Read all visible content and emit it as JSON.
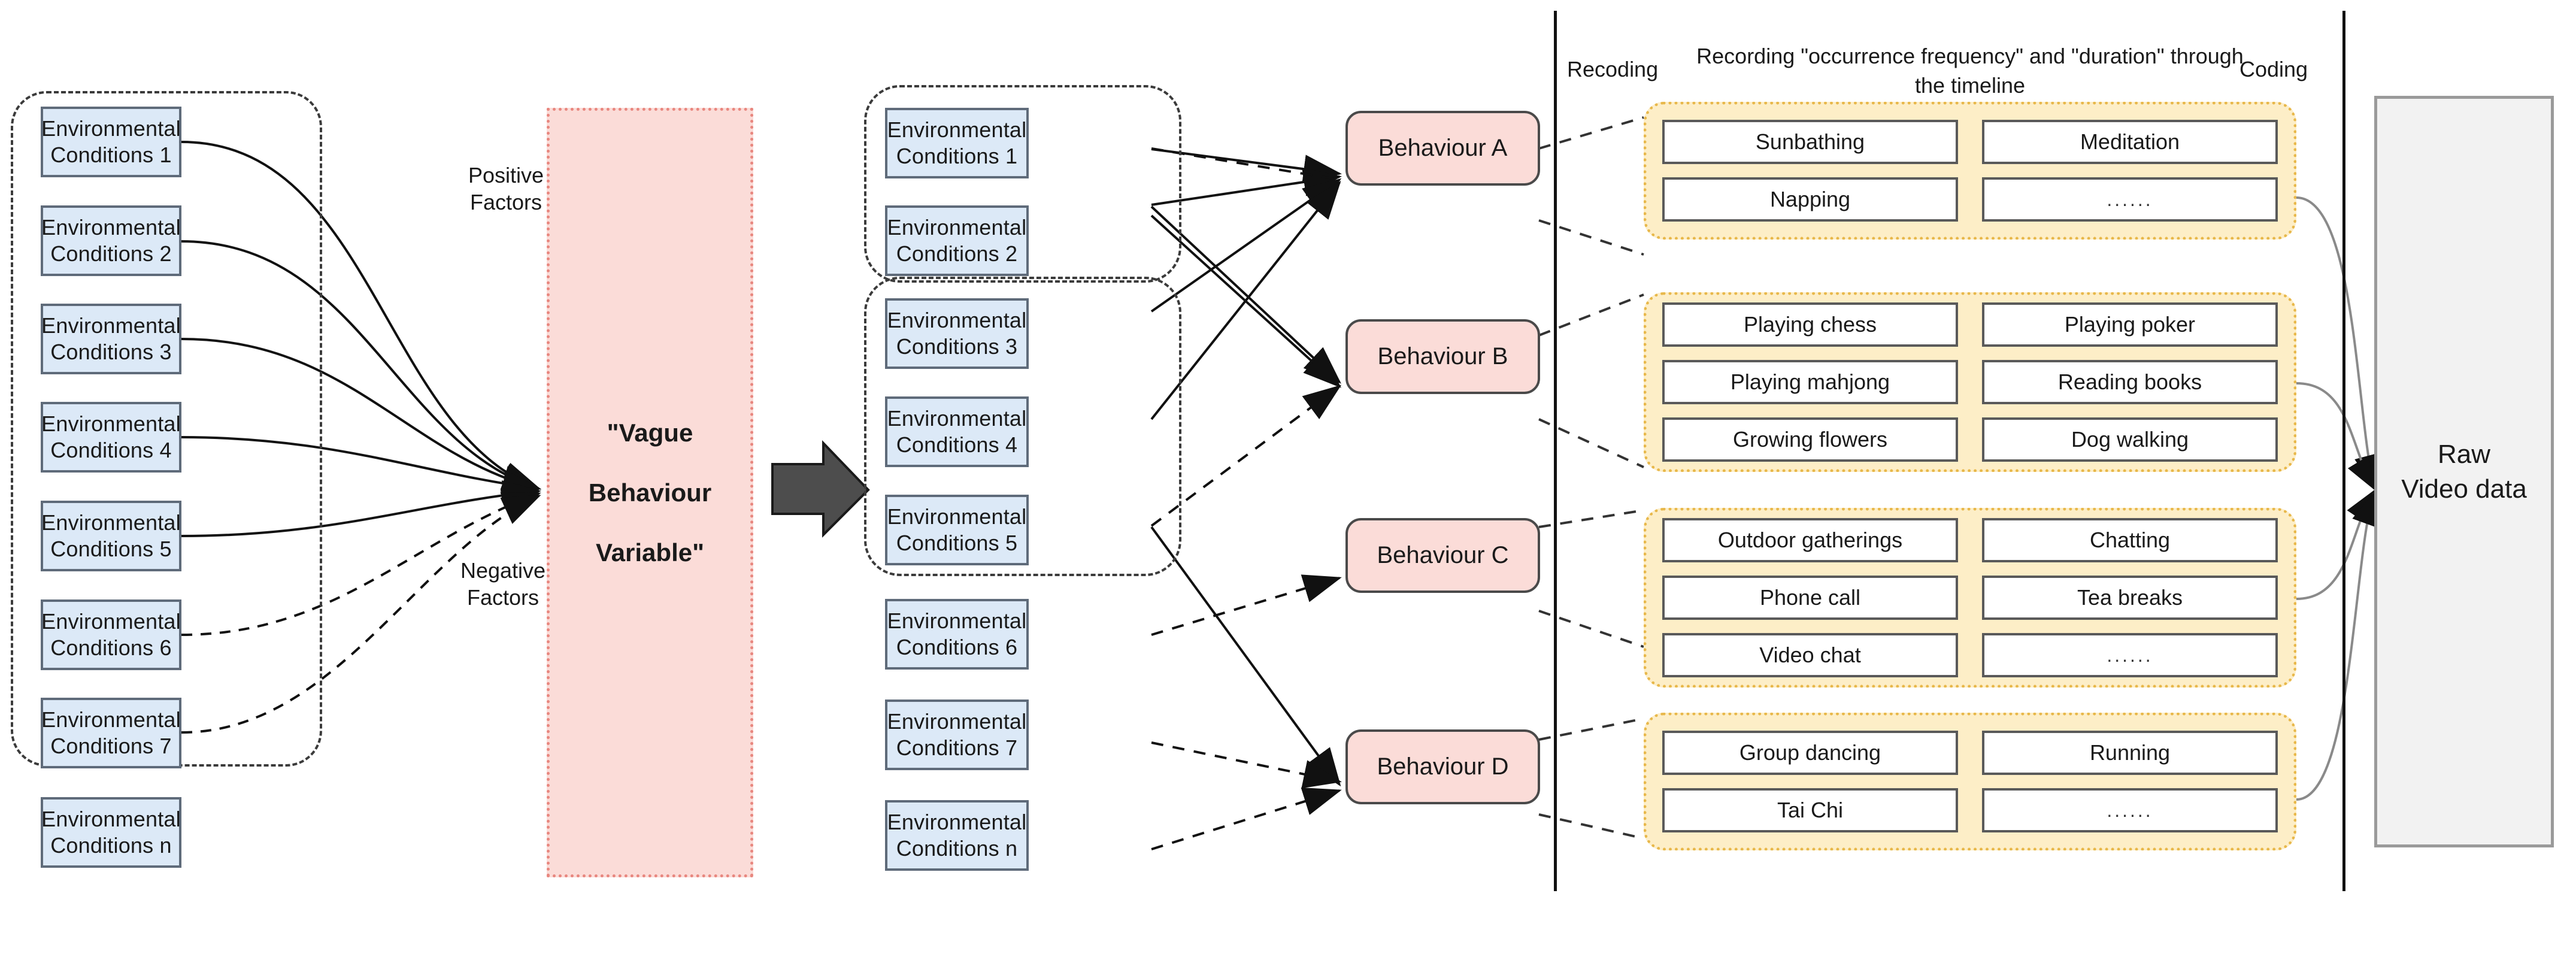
{
  "diagram": {
    "title_recoding": "Recoding",
    "title_coding": "Coding",
    "title_recording": "Recording \"occurrence frequency\" and \"duration\" through the timeline",
    "positive_label": "Positive\nFactors",
    "positive_label_l1": "Positive",
    "positive_label_l2": "Factors",
    "negative_label_l1": "Negative",
    "negative_label_l2": "Factors"
  },
  "colors": {
    "condition_fill": "#dce9f7",
    "condition_border": "#5f6b7a",
    "vague_fill": "#fbdcd8",
    "vague_border": "#e8877f",
    "behaviour_fill": "#fbdcd8",
    "behaviour_border": "#4a4a4a",
    "group_fill": "#fdeec7",
    "group_border": "#e8b84b",
    "item_fill": "#ffffff",
    "item_border": "#5a5a5a",
    "raw_fill": "#f2f2f2",
    "raw_border": "#9a9a9a",
    "divider": "#111111",
    "arrow_block": "#4d4d4d"
  },
  "left_conditions": [
    {
      "line1": "Environmental",
      "line2": "Conditions 1"
    },
    {
      "line1": "Environmental",
      "line2": "Conditions 2"
    },
    {
      "line1": "Environmental",
      "line2": "Conditions 3"
    },
    {
      "line1": "Environmental",
      "line2": "Conditions 4"
    },
    {
      "line1": "Environmental",
      "line2": "Conditions 5"
    },
    {
      "line1": "Environmental",
      "line2": "Conditions 6"
    },
    {
      "line1": "Environmental",
      "line2": "Conditions 7"
    },
    {
      "line1": "Environmental",
      "line2": "Conditions n"
    }
  ],
  "right_conditions": [
    {
      "line1": "Environmental",
      "line2": "Conditions 1"
    },
    {
      "line1": "Environmental",
      "line2": "Conditions 2"
    },
    {
      "line1": "Environmental",
      "line2": "Conditions 3"
    },
    {
      "line1": "Environmental",
      "line2": "Conditions 4"
    },
    {
      "line1": "Environmental",
      "line2": "Conditions 5"
    },
    {
      "line1": "Environmental",
      "line2": "Conditions 6"
    },
    {
      "line1": "Environmental",
      "line2": "Conditions 7"
    },
    {
      "line1": "Environmental",
      "line2": "Conditions n"
    }
  ],
  "vague": {
    "line1": "\"Vague",
    "line2": "Behaviour",
    "line3": "Variable\""
  },
  "behaviours": [
    {
      "label": "Behaviour A"
    },
    {
      "label": "Behaviour B"
    },
    {
      "label": "Behaviour C"
    },
    {
      "label": "Behaviour D"
    }
  ],
  "behaviour_groups": [
    {
      "items": [
        "Sunbathing",
        "Meditation",
        "Napping",
        "......"
      ]
    },
    {
      "items": [
        "Playing chess",
        "Playing poker",
        "Playing mahjong",
        "Reading books",
        "Growing flowers",
        "Dog walking"
      ]
    },
    {
      "items": [
        "Outdoor gatherings",
        "Chatting",
        "Phone call",
        "Tea breaks",
        "Video chat",
        "......"
      ]
    },
    {
      "items": [
        "Group dancing",
        "Running",
        "Tai Chi",
        "......"
      ]
    }
  ],
  "raw_video": {
    "line1": "Raw",
    "line2": "Video data"
  }
}
